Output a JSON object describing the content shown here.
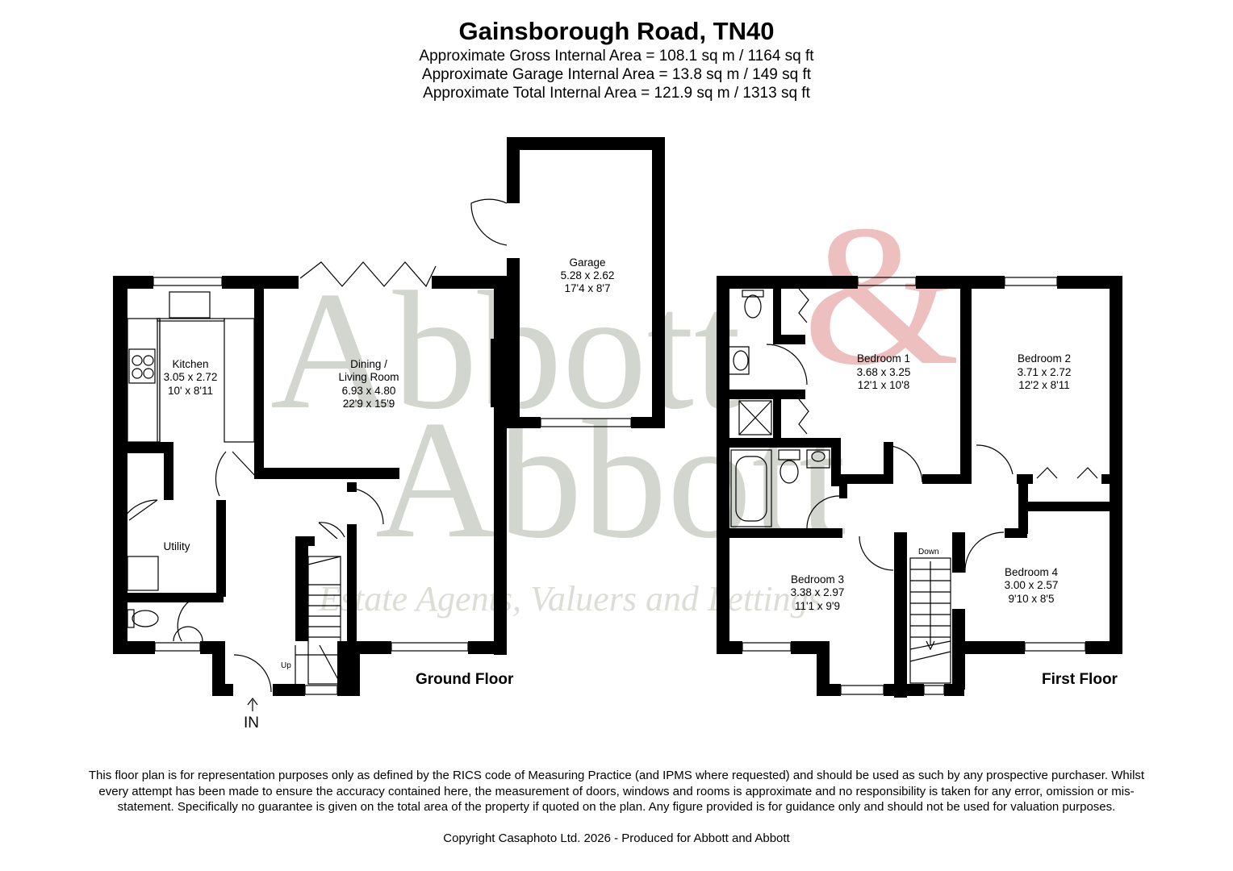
{
  "header": {
    "title": "Gainsborough Road, TN40",
    "gross_area": "Approximate Gross Internal Area = 108.1 sq m / 1164 sq ft",
    "garage_area": "Approximate Garage Internal Area = 13.8 sq m / 149 sq ft",
    "total_area": "Approximate Total Internal Area = 121.9 sq m / 1313 sq ft"
  },
  "watermark": {
    "line1": "Abbott",
    "amp": "&",
    "line2": "Abbott",
    "tagline": "Estate Agents, Valuers and Lettings"
  },
  "ground_floor": {
    "label": "Ground Floor",
    "entrance": "IN",
    "stairs": "Up",
    "rooms": {
      "kitchen": {
        "name": "Kitchen",
        "metric": "3.05 x 2.72",
        "imperial": "10' x 8'11"
      },
      "dining": {
        "name1": "Dining /",
        "name2": "Living Room",
        "metric": "6.93 x 4.80",
        "imperial": "22'9 x 15'9"
      },
      "garage": {
        "name": "Garage",
        "metric": "5.28 x 2.62",
        "imperial": "17'4 x 8'7"
      },
      "utility": {
        "name": "Utility"
      }
    }
  },
  "first_floor": {
    "label": "First Floor",
    "stairs": "Down",
    "rooms": {
      "bedroom1": {
        "name": "Bedroom 1",
        "metric": "3.68 x 3.25",
        "imperial": "12'1 x 10'8"
      },
      "bedroom2": {
        "name": "Bedroom 2",
        "metric": "3.71 x 2.72",
        "imperial": "12'2 x 8'11"
      },
      "bedroom3": {
        "name": "Bedroom 3",
        "metric": "3.38 x 2.97",
        "imperial": "11'1 x 9'9"
      },
      "bedroom4": {
        "name": "Bedroom 4",
        "metric": "3.00 x 2.57",
        "imperial": "9'10 x 8'5"
      }
    }
  },
  "footer": {
    "disclaimer": "This floor plan is for representation purposes only as defined by the RICS code of Measuring Practice (and IPMS where requested) and should be used as such by any prospective purchaser. Whilst every attempt has been made to ensure the accuracy contained here, the measurement of doors, windows and rooms is approximate and no responsibility is taken for any error, omission or mis-statement. Specifically no guarantee is given on the total area of the property if quoted on the plan. Any figure provided is for guidance only and should not be used for valuation purposes.",
    "copyright": "Copyright Casaphoto Ltd. 2026 - Produced for Abbott and Abbott"
  }
}
